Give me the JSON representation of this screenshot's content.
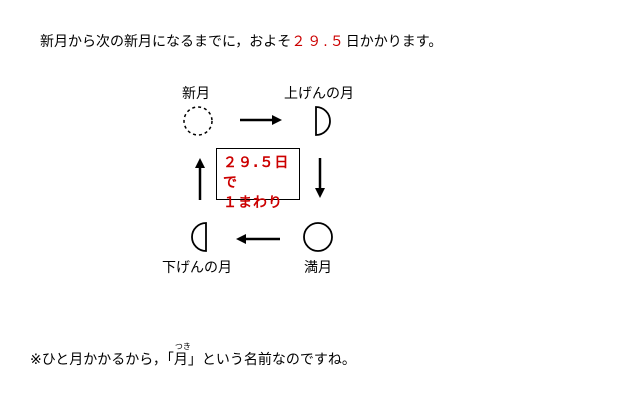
{
  "intro": {
    "before": "新月から次の新月になるまでに，およそ",
    "value": "２９.５",
    "after": "日かかります。"
  },
  "phases": {
    "new_moon": "新月",
    "first_quarter": "上げんの月",
    "full_moon": "満月",
    "last_quarter": "下げんの月"
  },
  "cycle_box": {
    "line1": "２９.５日で",
    "line2": "１まわり"
  },
  "note": {
    "before": "※ひと月かかるから，「",
    "word": "月",
    "ruby": "つき",
    "after": "」という名前なのですね。"
  },
  "colors": {
    "highlight": "#cc0000",
    "line": "#000000"
  }
}
